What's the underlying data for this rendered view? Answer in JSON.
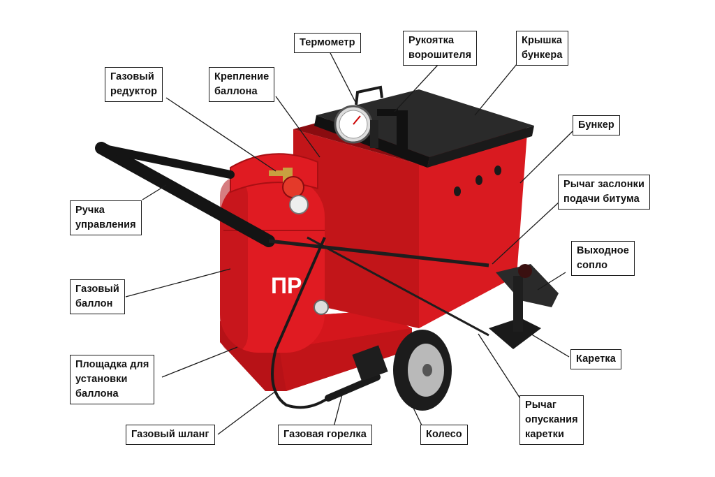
{
  "labels": {
    "thermometer": "Термометр",
    "stirrer_handle": "Рукоятка\nворошителя",
    "hopper_lid": "Крышка\nбункера",
    "gas_reducer": "Газовый\nредуктор",
    "cylinder_mount": "Крепление\nбаллона",
    "hopper": "Бункер",
    "control_handle": "Ручка\nуправления",
    "valve_lever": "Рычаг заслонки\nподачи битума",
    "outlet_nozzle": "Выходное\nсопло",
    "gas_cylinder": "Газовый\nбаллон",
    "carriage": "Каретка",
    "cylinder_platform": "Площадка для\nустановки\nбаллона",
    "carriage_lever": "Рычаг\nопускания\nкаретки",
    "gas_hose": "Газовый шланг",
    "gas_burner": "Газовая горелка",
    "wheel": "Колесо"
  },
  "cylinder_marking": "ПР",
  "colors": {
    "body_red": "#d4161c",
    "body_dark": "#a80f13",
    "lid_black": "#1c1c1c",
    "frame": "#222222",
    "label_border": "#1a1a1a"
  }
}
